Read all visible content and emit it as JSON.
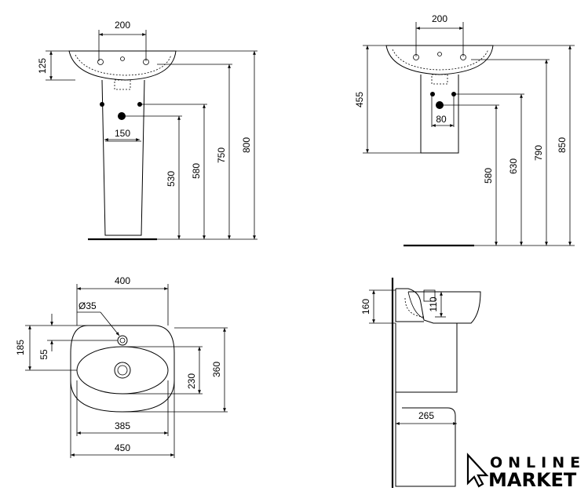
{
  "views": {
    "front": {
      "d_200": "200",
      "d_125": "125",
      "d_150": "150",
      "d_530": "530",
      "d_580": "580",
      "d_750": "750",
      "d_800": "800"
    },
    "half_pedestal": {
      "d_200": "200",
      "d_455": "455",
      "d_80": "80",
      "d_580": "580",
      "d_630": "630",
      "d_790": "790",
      "d_850": "850"
    },
    "top": {
      "d_400": "400",
      "d_35": "Ø35",
      "d_185": "185",
      "d_55": "55",
      "d_230": "230",
      "d_360": "360",
      "d_385": "385",
      "d_450": "450"
    },
    "side": {
      "d_160": "160",
      "d_110": "110",
      "d_265": "265"
    }
  },
  "brand": {
    "line1": "ONLINE",
    "line2": "MARKET"
  }
}
